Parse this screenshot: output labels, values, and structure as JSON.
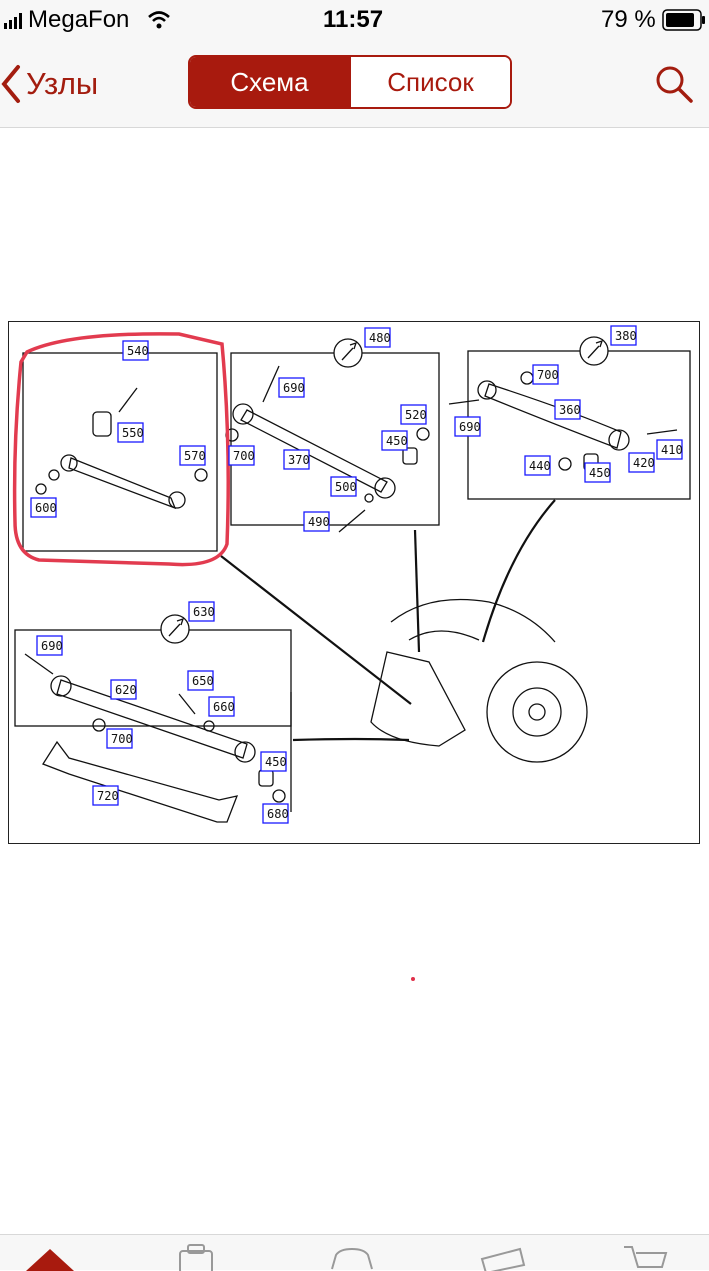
{
  "status_bar": {
    "carrier": "MegaFon",
    "time": "11:57",
    "battery": "79 %"
  },
  "nav": {
    "back_label": "Узлы",
    "segments": [
      "Схема",
      "Список"
    ],
    "active_segment": "Схема",
    "accent_color": "#a81a0e"
  },
  "diagram": {
    "callouts": [
      "540",
      "550",
      "570",
      "600",
      "480",
      "690",
      "700",
      "370",
      "520",
      "450",
      "500",
      "490",
      "380",
      "700",
      "360",
      "690",
      "440",
      "450",
      "420",
      "410",
      "630",
      "690",
      "620",
      "650",
      "660",
      "700",
      "450",
      "720",
      "680"
    ],
    "highlight_color": "#e23b4f"
  },
  "tab_bar": {
    "icons": [
      "home-icon",
      "catalog-icon",
      "car-icon",
      "parts-icon",
      "cart-icon"
    ]
  }
}
